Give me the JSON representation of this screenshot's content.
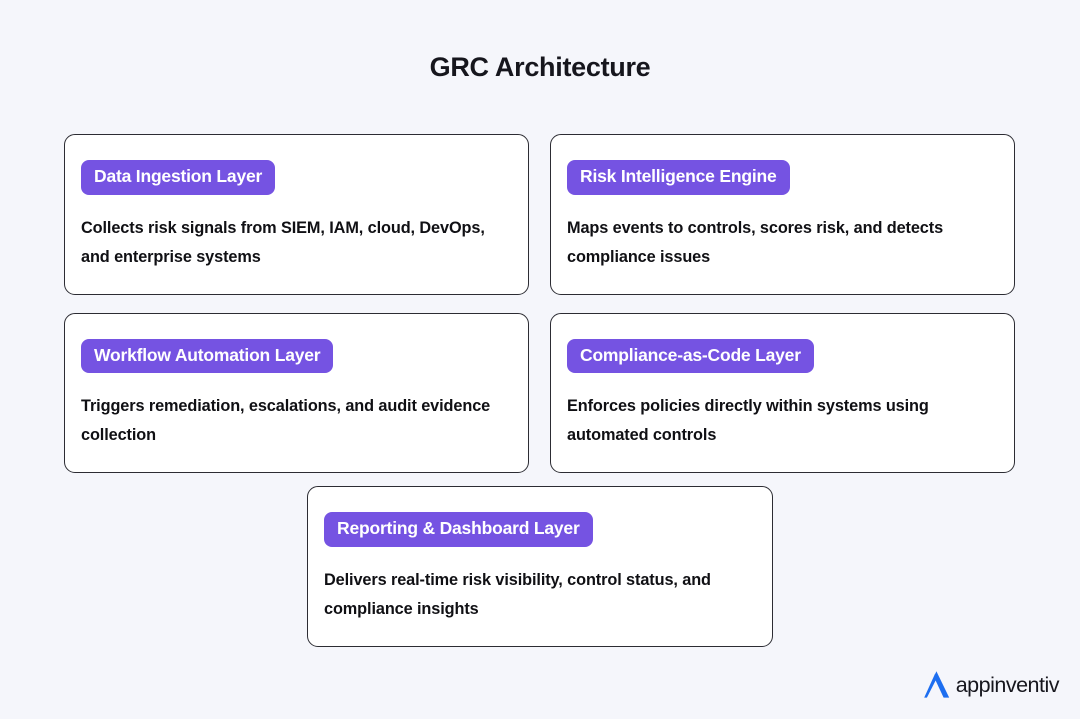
{
  "header": {
    "title": "GRC Architecture"
  },
  "cards": [
    {
      "badge": "Data Ingestion Layer",
      "body": "Collects risk signals from SIEM, IAM, cloud, DevOps, and enterprise systems"
    },
    {
      "badge": "Risk Intelligence Engine",
      "body": "Maps events to controls, scores risk, and detects compliance issues"
    },
    {
      "badge": "Workflow Automation Layer",
      "body": "Triggers remediation, escalations, and audit evidence collection"
    },
    {
      "badge": "Compliance-as-Code Layer",
      "body": "Enforces policies directly within systems using automated controls"
    }
  ],
  "bottom_card": {
    "badge": "Reporting & Dashboard Layer",
    "body": "Delivers real-time risk visibility, control status, and compliance insights"
  },
  "logo": {
    "text": "appinventiv",
    "mark_icon": "appinventiv-arrow-icon"
  },
  "colors": {
    "background": "#f5f6fb",
    "badge_purple": "#7553e2",
    "card_border": "#2c2c33",
    "card_fill": "#ffffff",
    "text_dark": "#101014",
    "logo_blue": "#1d6ef0"
  }
}
